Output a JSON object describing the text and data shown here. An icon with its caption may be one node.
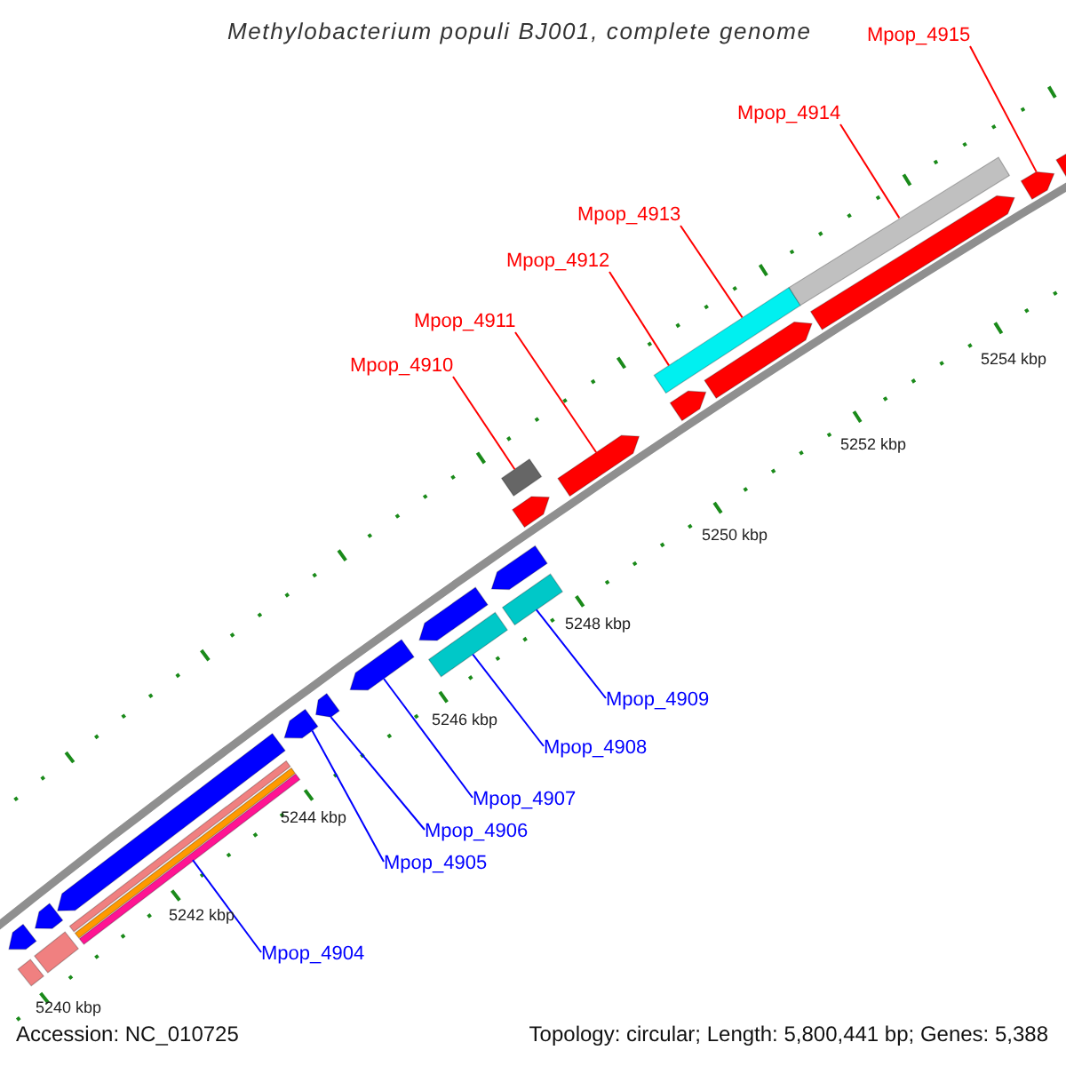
{
  "diagram": {
    "title": "Methylobacterium populi BJ001, complete genome",
    "nodes": [
      {
        "text": [
          "Mpop_4910"
        ]
      },
      {
        "text": [
          "Mpop_4911"
        ]
      },
      {
        "text": [
          "Mpop_4912"
        ]
      },
      {
        "text": [
          "Mpop_4913"
        ]
      },
      {
        "text": [
          "Mpop_4914"
        ]
      },
      {
        "text": [
          "Mpop_4915"
        ]
      },
      {
        "text": [
          "Mpop_4904"
        ]
      },
      {
        "text": [
          "Mpop_4905"
        ]
      },
      {
        "text": [
          "Mpop_4906"
        ]
      },
      {
        "text": [
          "Mpop_4907"
        ]
      },
      {
        "text": [
          "Mpop_4908"
        ]
      },
      {
        "text": [
          "Mpop_4909"
        ]
      },
      {
        "text": [],
        "shape": "arrow"
      },
      {
        "text": [],
        "shape": "bar"
      },
      {
        "text": [],
        "shape": "arrow"
      },
      {
        "text": [],
        "shape": "arrow"
      },
      {
        "text": [],
        "shape": "bar"
      },
      {
        "text": [],
        "shape": "arrow"
      },
      {
        "text": [],
        "shape": "bar"
      },
      {
        "text": [],
        "shape": "arrow"
      },
      {
        "text": [],
        "shape": "arrow"
      },
      {
        "text": [],
        "shape": "arrow"
      },
      {
        "text": [],
        "shape": "arrow"
      },
      {
        "text": [],
        "shape": "bar"
      },
      {
        "text": [],
        "shape": "arrow"
      },
      {
        "text": [],
        "shape": "bar"
      },
      {
        "text": [],
        "shape": "arrow"
      },
      {
        "text": [],
        "shape": "bar"
      },
      {
        "text": [],
        "shape": "bar"
      },
      {
        "text": [],
        "shape": "bar"
      },
      {
        "text": [],
        "shape": "arrow"
      },
      {
        "text": [],
        "shape": "arrow"
      },
      {
        "text": [],
        "shape": "arrow"
      },
      {
        "text": [],
        "shape": "bar"
      },
      {
        "text": [],
        "shape": "arrow"
      },
      {
        "text": [],
        "shape": "bar"
      },
      {
        "text": [],
        "shape": "arrow"
      }
    ],
    "edges": [
      {
        "from": 0,
        "to": 13,
        "arrow": "none",
        "color": "#ff0000"
      },
      {
        "from": 1,
        "to": 14,
        "arrow": "none",
        "color": "#ff0000"
      },
      {
        "from": 2,
        "to": 16,
        "arrow": "none",
        "color": "#ff0000"
      },
      {
        "from": 3,
        "to": 16,
        "arrow": "none",
        "color": "#ff0000"
      },
      {
        "from": 4,
        "to": 18,
        "arrow": "none",
        "color": "#ff0000"
      },
      {
        "from": 5,
        "to": 20,
        "arrow": "none",
        "color": "#ff0000"
      },
      {
        "from": 6,
        "to": 29,
        "arrow": "none",
        "color": "#0000ff"
      },
      {
        "from": 7,
        "to": 30,
        "arrow": "none",
        "color": "#0000ff"
      },
      {
        "from": 8,
        "to": 31,
        "arrow": "none",
        "color": "#0000ff"
      },
      {
        "from": 9,
        "to": 32,
        "arrow": "none",
        "color": "#0000ff"
      },
      {
        "from": 10,
        "to": 33,
        "arrow": "none",
        "color": "#0000ff"
      },
      {
        "from": 11,
        "to": 35,
        "arrow": "none",
        "color": "#0000ff"
      }
    ],
    "labels": [
      "5240 kbp",
      "5242 kbp",
      "5244 kbp",
      "5246 kbp",
      "5248 kbp",
      "5250 kbp",
      "5252 kbp",
      "5254 kbp",
      "Accession: NC_010725",
      "Topology: circular; Length: 5,800,441 bp; Genes: 5,388"
    ]
  }
}
